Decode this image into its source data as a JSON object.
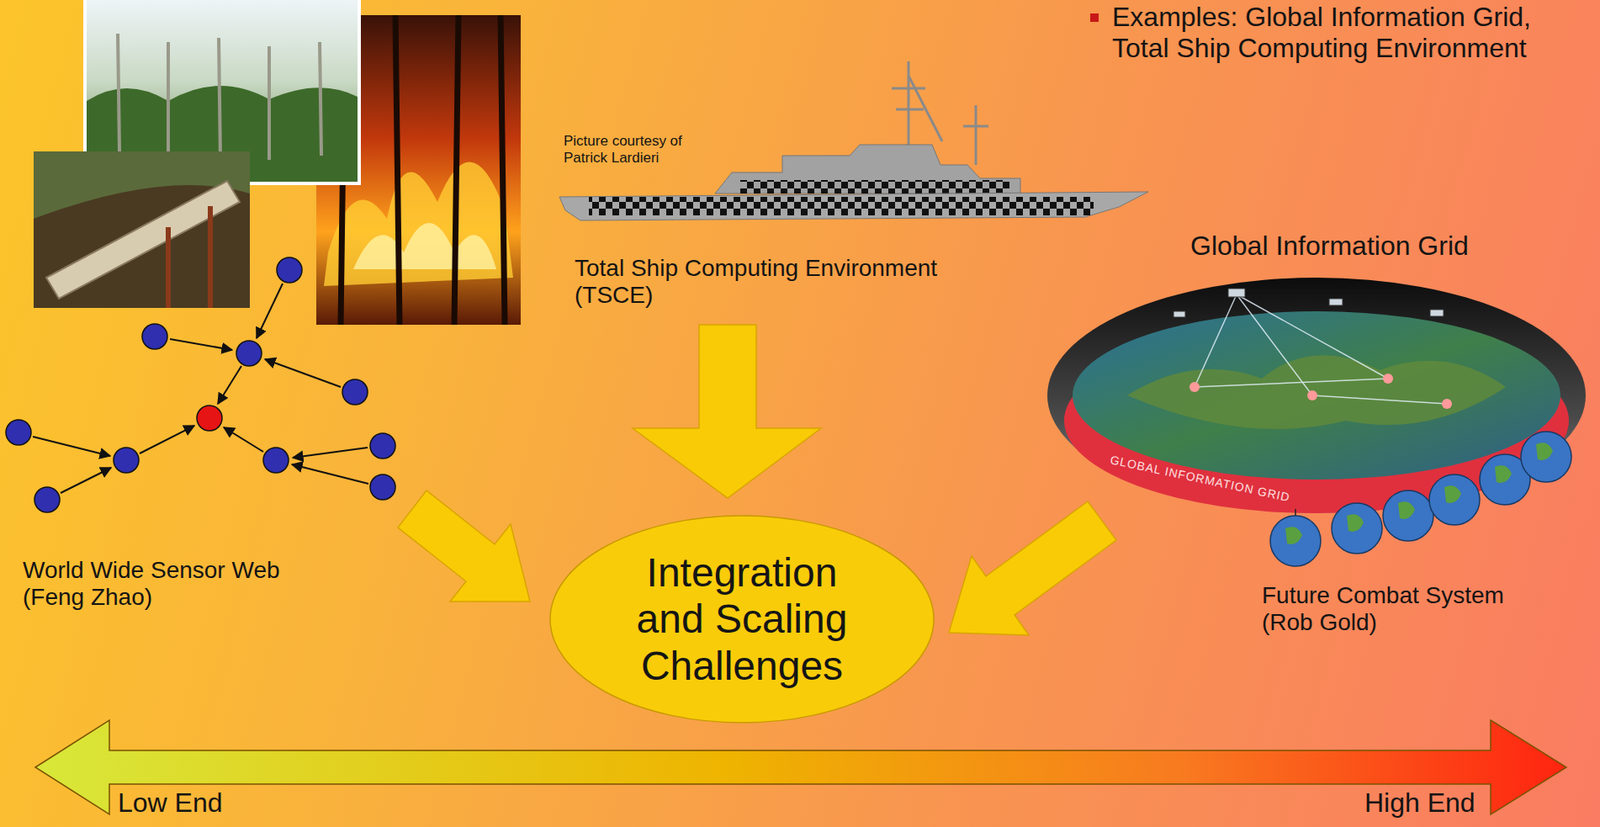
{
  "diagram": {
    "nodes": [
      {
        "text": [
          "Integration and Scaling Challenges"
        ]
      }
    ],
    "labels": [
      "Examples: Global Information Grid, Total Ship Computing Environment",
      "Picture courtesy of Patrick Lardieri",
      "Total Ship Computing Environment (TSCE)",
      "Global Information Grid",
      "GLOBAL INFORMATION GRID",
      "World Wide Sensor Web (Feng Zhao)",
      "Future Combat System (Rob Gold)",
      "Low End",
      "High End"
    ]
  }
}
